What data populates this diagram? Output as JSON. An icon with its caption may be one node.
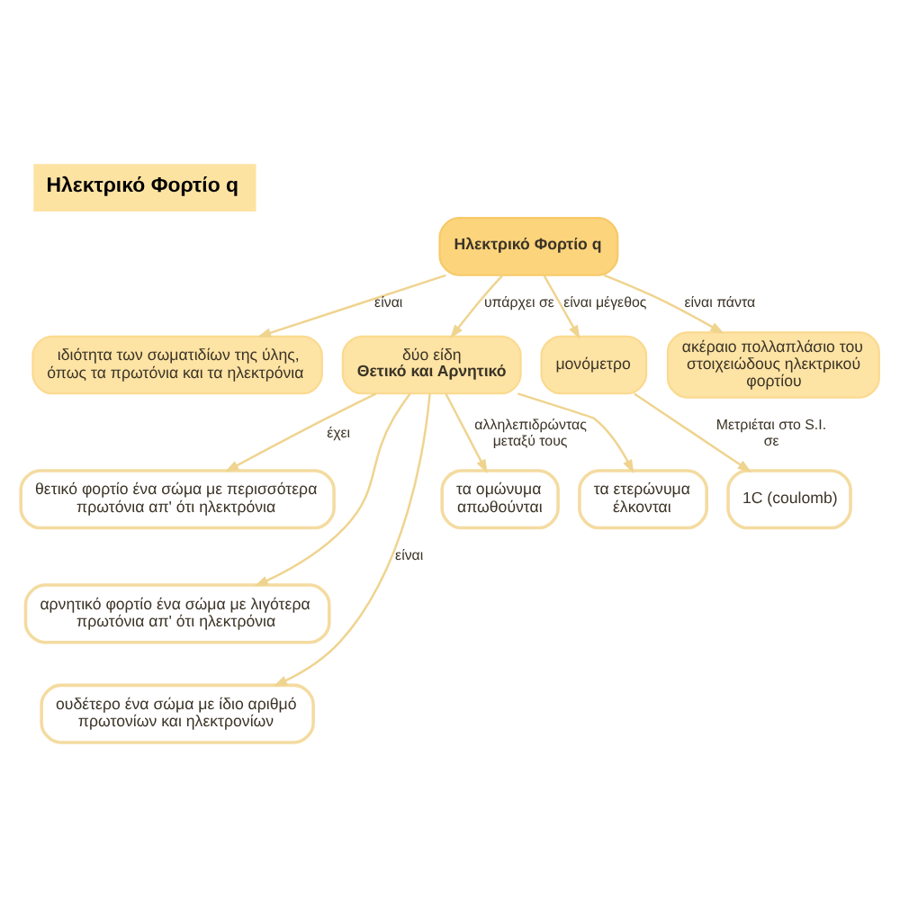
{
  "diagram": {
    "title": "Ηλεκτρικό Φορτίο q",
    "nodes": [
      {
        "text": [
          "Ηλεκτρικό Φορτίο q"
        ]
      },
      {
        "text": [
          "ιδιότητα των σωματιδίων της ύλης, όπως τα πρωτόνια και τα ηλεκτρόνια"
        ]
      },
      {
        "text": [
          "δύο είδη",
          "Θετικό και Αρνητικό"
        ]
      },
      {
        "text": [
          "μονόμετρο"
        ]
      },
      {
        "text": [
          "ακέραιο πολλαπλάσιο του στοιχειώδους ηλεκτρικού φορτίου"
        ]
      },
      {
        "text": [
          "θετικό φορτίο ένα σώμα με περισσότερα πρωτόνια απ' ότι ηλεκτρόνια"
        ]
      },
      {
        "text": [
          "αρνητικό φορτίο ένα σώμα με λιγότερα πρωτόνια απ' ότι ηλεκτρόνια"
        ]
      },
      {
        "text": [
          "ουδέτερο ένα σώμα με ίδιο αριθμό πρωτονίων και ηλεκτρονίων"
        ]
      },
      {
        "text": [
          "τα ομώνυμα απωθούνται"
        ]
      },
      {
        "text": [
          "τα ετερώνυμα έλκονται"
        ]
      },
      {
        "text": [
          "1C (coulomb)"
        ]
      }
    ],
    "edges": [
      {
        "from": 0,
        "to": 1,
        "arrow": "to",
        "label": "είναι"
      },
      {
        "from": 0,
        "to": 2,
        "arrow": "to",
        "label": "υπάρχει σε"
      },
      {
        "from": 0,
        "to": 3,
        "arrow": "to",
        "label": "είναι μέγεθος"
      },
      {
        "from": 0,
        "to": 4,
        "arrow": "to",
        "label": "είναι πάντα"
      },
      {
        "from": 2,
        "to": 5,
        "arrow": "to",
        "label": "έχει"
      },
      {
        "from": 2,
        "to": 6,
        "arrow": "to"
      },
      {
        "from": 2,
        "to": 7,
        "arrow": "to",
        "label": "είναι"
      },
      {
        "from": 2,
        "to": 8,
        "arrow": "to",
        "label": "αλληλεπιδρώντας μεταξύ τους"
      },
      {
        "from": 2,
        "to": 9,
        "arrow": "to"
      },
      {
        "from": 3,
        "to": 10,
        "arrow": "to",
        "label": "Μετριέται στο S.I. σε"
      }
    ]
  }
}
